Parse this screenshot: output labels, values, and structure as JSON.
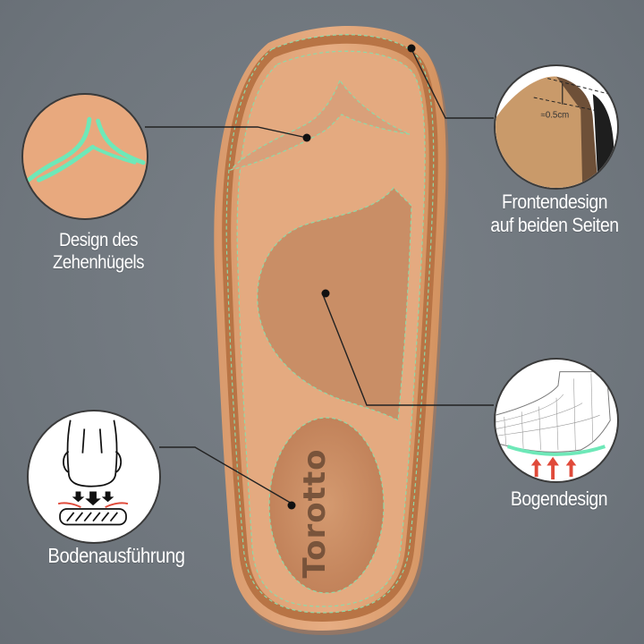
{
  "product": {
    "brand": "Torotto",
    "colors": {
      "background": "#70777e",
      "insole": "#e0a67c",
      "insole_dark": "#c98e64",
      "stitching": "#8fd9a8",
      "accent_green": "#6ee8b8",
      "arrow_red": "#e04a3a"
    }
  },
  "callouts": [
    {
      "id": "toe",
      "label": "Design des Zehenhügels",
      "icon": "toe-ridge-icon"
    },
    {
      "id": "front",
      "label": "Frontendesign auf beiden Seiten",
      "measurement": "≈0.5cm",
      "icon": "edge-thickness-icon"
    },
    {
      "id": "arch",
      "label": "Bogendesign",
      "icon": "arch-support-icon"
    },
    {
      "id": "bottom",
      "label": "Bodenausführung",
      "icon": "heel-cushion-icon"
    }
  ],
  "labels": {
    "toe_line1": "Design des",
    "toe_line2": "Zehenhügels",
    "front_line1": "Frontendesign",
    "front_line2": "auf beiden Seiten",
    "arch": "Bogendesign",
    "bottom": "Bodenausführung",
    "measurement": "≈0.5cm"
  }
}
